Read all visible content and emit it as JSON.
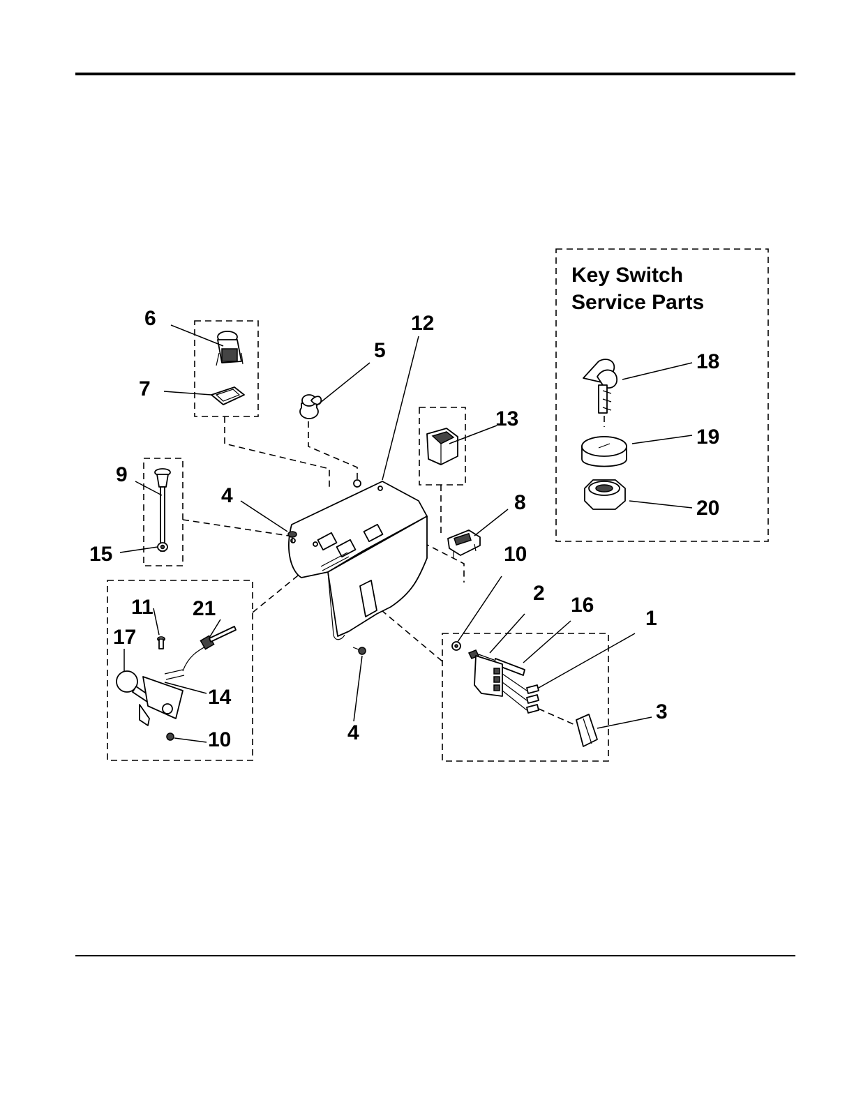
{
  "key_switch_box": {
    "title_line1": "Key Switch",
    "title_line2": "Service Parts"
  },
  "callouts": {
    "c1": "1",
    "c2": "2",
    "c3": "3",
    "c4a": "4",
    "c4b": "4",
    "c5": "5",
    "c6": "6",
    "c7": "7",
    "c8": "8",
    "c9": "9",
    "c10a": "10",
    "c10b": "10",
    "c11": "11",
    "c12": "12",
    "c13": "13",
    "c14": "14",
    "c15": "15",
    "c16": "16",
    "c17": "17",
    "c18": "18",
    "c19": "19",
    "c20": "20",
    "c21": "21"
  }
}
